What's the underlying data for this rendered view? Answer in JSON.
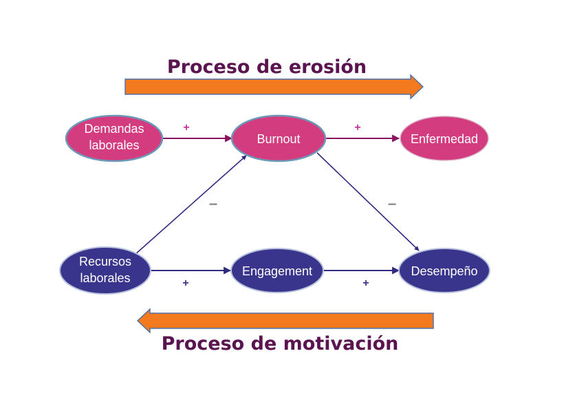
{
  "titles": {
    "erosion": "Proceso de erosión",
    "motivation": "Proceso de motivación"
  },
  "nodes": {
    "demandas": [
      "Demandas",
      "laborales"
    ],
    "burnout": "Burnout",
    "enfermedad": "Enfermedad",
    "recursos": [
      "Recursos",
      "laborales"
    ],
    "engagement": "Engagement",
    "desempeno": "Desempeño"
  },
  "signs": {
    "demandas_burnout": "+",
    "burnout_enfermedad": "+",
    "recursos_burnout": "−",
    "burnout_desempeno": "−",
    "recursos_engagement": "+",
    "engagement_desempeno": "+"
  },
  "colors": {
    "pink_fill": "#d43c80",
    "pink_stroke": "#6b9ab8",
    "blue_fill": "#3a358c",
    "blue_stroke": "#b8c2dc",
    "pink_edge": "#8a1460",
    "blue_edge": "#302a80",
    "plus_pink": "#c8389a",
    "plus_blue": "#3a358c",
    "orange": "#f47a20",
    "title": "#5a1450"
  }
}
